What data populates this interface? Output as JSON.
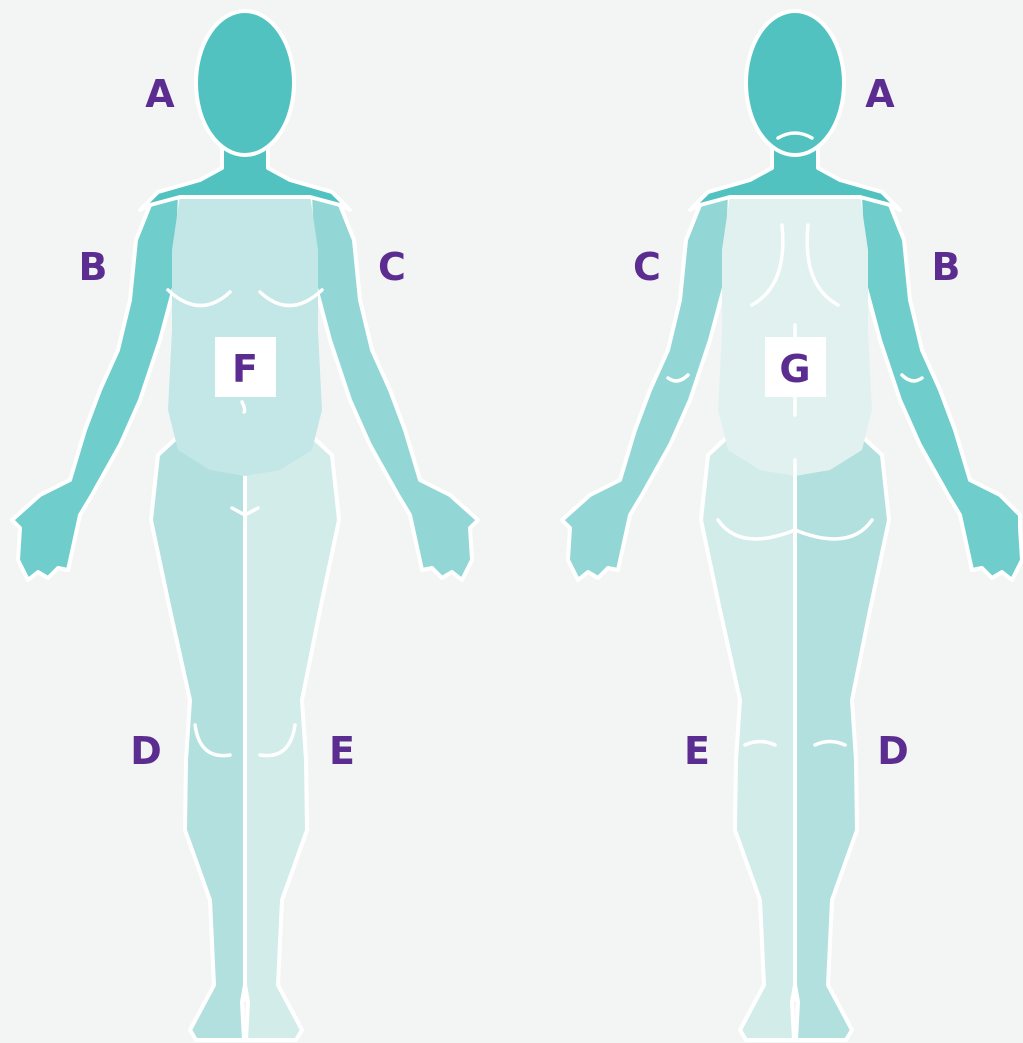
{
  "colors": {
    "background": "#f3f5f4",
    "head": "#52c2c1",
    "arm_dark": "#6fcdcb",
    "arm_light": "#92d7d6",
    "torso_front": "#c2e7e6",
    "torso_back": "#e1f1f0",
    "leg_dark": "#b2e0df",
    "leg_light": "#d2ecea",
    "label": "#5c2d91",
    "label_box": "#ffffff"
  },
  "front_figure": {
    "labels": {
      "head": "A",
      "right_arm": "B",
      "left_arm": "C",
      "right_leg": "D",
      "left_leg": "E",
      "torso": "F"
    }
  },
  "back_figure": {
    "labels": {
      "head": "A",
      "left_arm": "C",
      "right_arm": "B",
      "left_leg": "E",
      "right_leg": "D",
      "torso": "G"
    }
  }
}
